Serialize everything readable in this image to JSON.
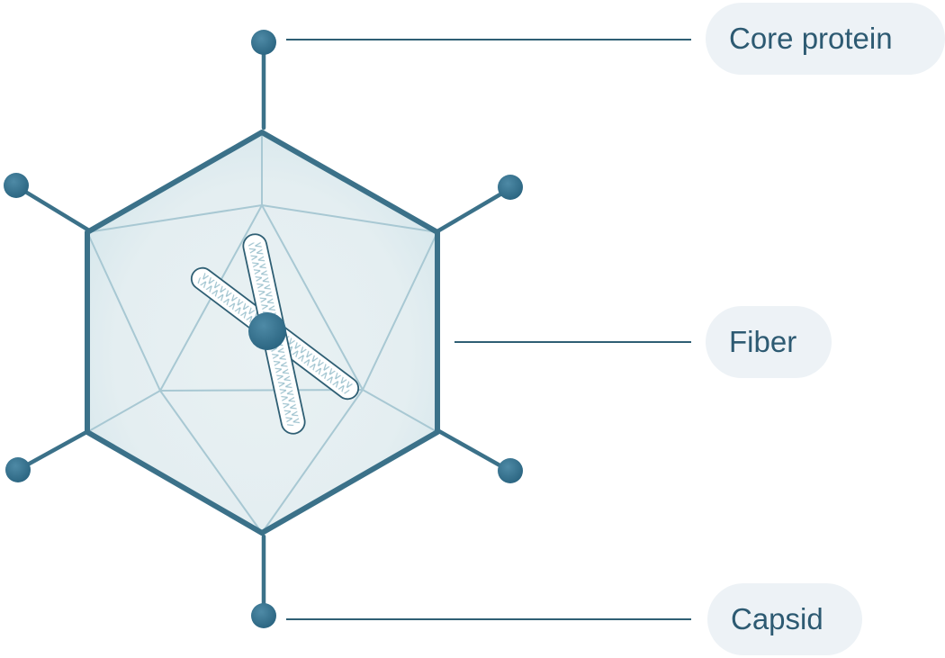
{
  "labels": {
    "core_protein": "Core protein",
    "fiber": "Fiber",
    "capsid": "Capsid"
  },
  "colors": {
    "outline": "#3b7189",
    "knob": "#336e8a",
    "facet_line": "#9fc3cf",
    "fill": "#e4eef1",
    "label_bg": "#edf2f6",
    "label_text": "#2d5a72"
  }
}
